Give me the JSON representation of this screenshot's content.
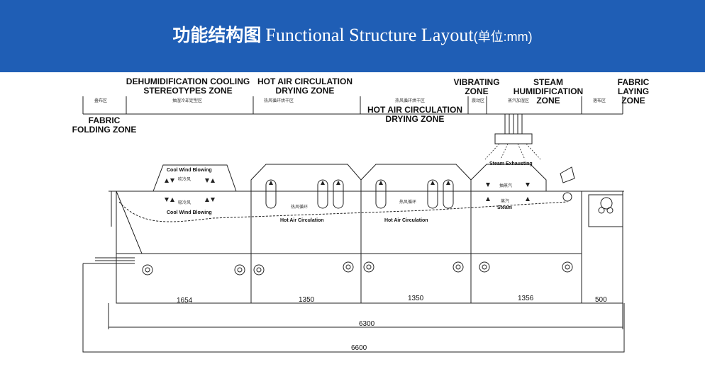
{
  "header": {
    "title_cn": "功能结构图",
    "title_en": "Functional Structure Layout",
    "title_unit": "(单位:mm)",
    "color": "#1f5eb5"
  },
  "zones": {
    "dehumidification": "DEHUMIDIFICATION COOLING\nSTEREOTYPES ZONE",
    "hot_air_1": "HOT AIR CIRCULATION\nDRYING ZONE",
    "vibrating": "VIBRATING\nZONE",
    "steam": "STEAM\nHUMIDIFICATION\nZONE",
    "fabric_laying": "FABRIC\nLAYING\nZONE",
    "hot_air_2": "HOT AIR CIRCULATION\nDRYING ZONE",
    "fabric_folding": "FABRIC\nFOLDING ZONE"
  },
  "zone_small_labels": {
    "folding": "叠布区",
    "dehumid": "抽湿冷却定型区",
    "hot_air_1": "热风循环烘干区",
    "hot_air_2": "热风循环烘干区",
    "vibrating": "震动区",
    "steam": "蒸汽加湿区",
    "laying": "落布区"
  },
  "machine_labels": {
    "cool_wind_top": "Cool Wind Blowing",
    "cool_wind_top_cn": "吹冷风",
    "cool_wind_bottom_cn": "吸冷风",
    "cool_wind_bottom": "Cool Wind Blowing",
    "hot_air_1_cn": "热风循环",
    "hot_air_1": "Hot Air Circulation",
    "hot_air_2_cn": "热风循环",
    "hot_air_2": "Hot Air Circulation",
    "steam_exhausting": "Steam Exhausting",
    "steam_exhausting_cn": "抽蒸汽",
    "steam_cn": "蒸汽",
    "steam": "Steam"
  },
  "dimensions": {
    "d1654": "1654",
    "d1350a": "1350",
    "d1350b": "1350",
    "d1356": "1356",
    "d500": "500",
    "d6300": "6300",
    "d6600": "6600"
  }
}
